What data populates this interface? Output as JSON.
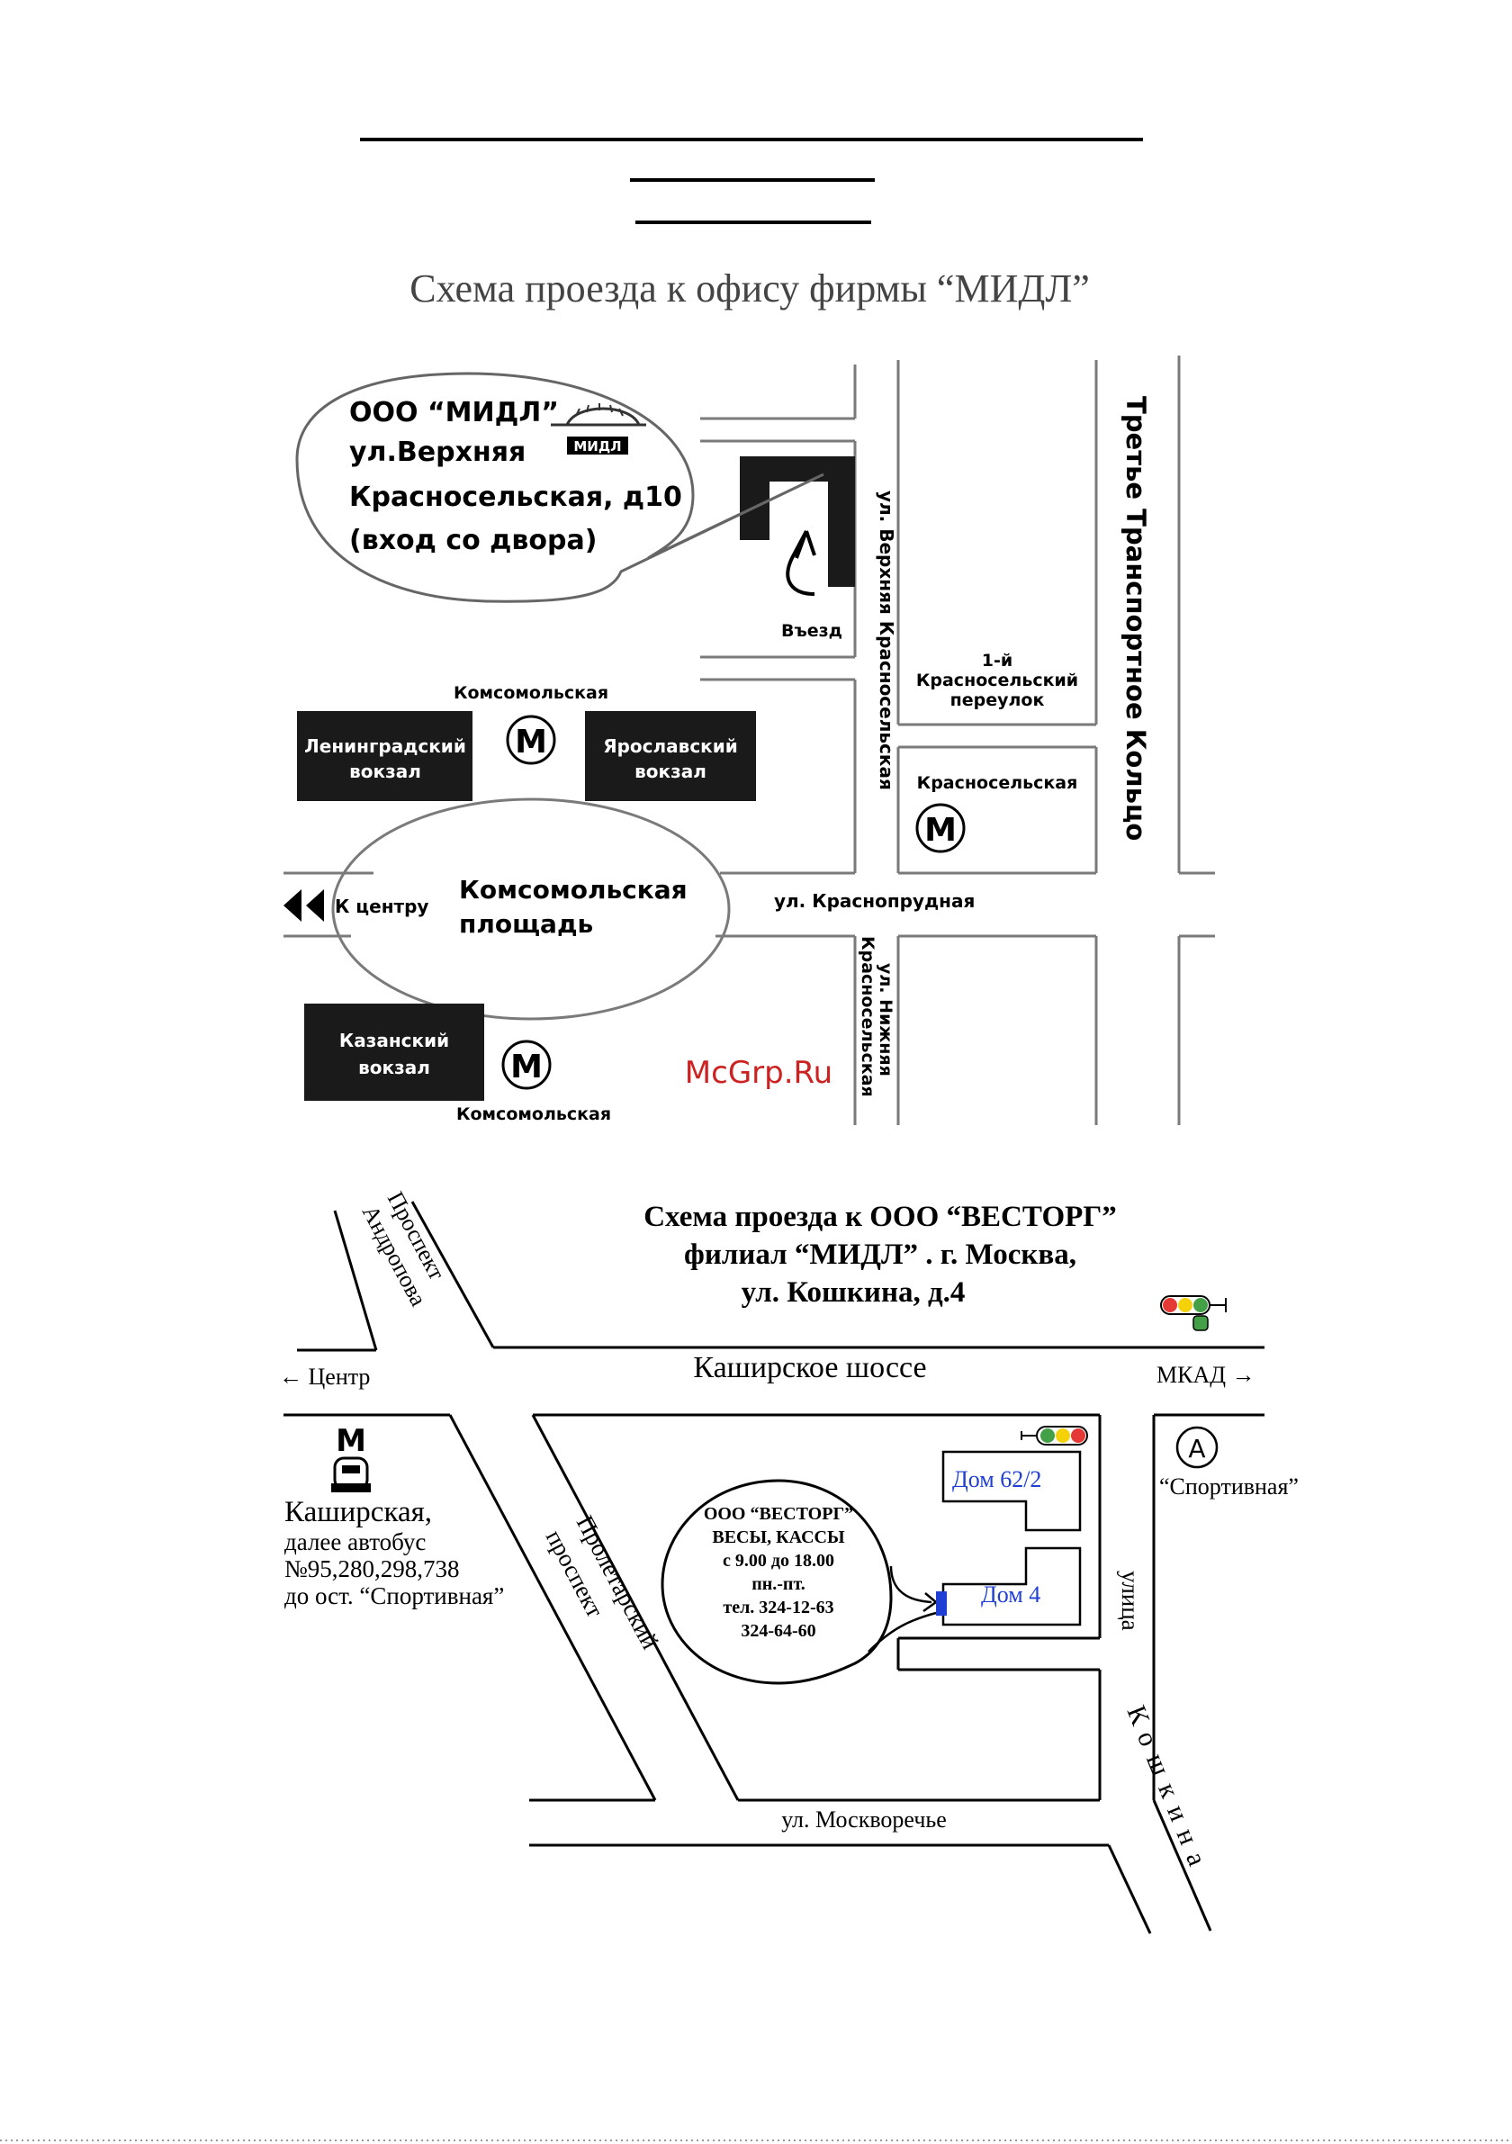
{
  "map1": {
    "title": "Схема проезда к офису фирмы “МИДЛ”",
    "callout": {
      "line1": "ООО “МИДЛ”",
      "line2": "ул.Верхняя",
      "line3": "Красносельская, д10",
      "line4": "(вход со двора)"
    },
    "logo_text": "МИДЛ",
    "entrance_label": "Въезд",
    "streets": {
      "verkhnyaya": "ул. Верхняя Красносельская",
      "ring_road": "Третье Транспортное Кольцо",
      "pereulok_1": "1-й",
      "pereulok_2": "Красносельский",
      "pereulok_3": "переулок",
      "krasnoprudnaya": "ул. Краснопрудная",
      "nizhnyaya_1": "ул. Нижняя",
      "nizhnyaya_2": "Красносельская"
    },
    "metro_symbol": "M",
    "metro_komsomolskaya_top": "Комсомольская",
    "metro_komsomolskaya_bottom": "Комсомольская",
    "metro_krasnoselskaya": "Красносельская",
    "stations": {
      "leningradsky_1": "Ленинградский",
      "leningradsky_2": "вокзал",
      "yaroslavsky_1": "Ярославский",
      "yaroslavsky_2": "вокзал",
      "kazansky_1": "Казанский",
      "kazansky_2": "вокзал"
    },
    "square_1": "Комсомольская",
    "square_2": "площадь",
    "to_center": "К центру",
    "watermark": "McGrp.Ru"
  },
  "map2": {
    "title_1": "Схема проезда к ООО “ВЕСТОРГ”",
    "title_2": "филиал “МИДЛ” .   г. Москва,",
    "title_3": "ул. Кошкина, д.4",
    "andropova_1": "Проспект",
    "andropova_2": "Андропова",
    "center": "← Центр",
    "kashirskoe": "Каширское шоссе",
    "mkad": "МКАД →",
    "metro_symbol": "М",
    "kashirskaya_1": "Каширская,",
    "kashirskaya_2": "далее автобус",
    "kashirskaya_3": "№95,280,298,738",
    "kashirskaya_4": "до ост. “Спортивная”",
    "proletarsky_1": "Пролетарский",
    "proletarsky_2": "проспект",
    "callout": {
      "line1": "ООО “ВЕСТОРГ”",
      "line2": "ВЕСЫ, КАССЫ",
      "line3": "с 9.00 до 18.00",
      "line4": "пн.-пт.",
      "line5": "тел. 324-12-63",
      "line6": "324-64-60"
    },
    "dom_62": "Дом 62/2",
    "dom_4": "Дом 4",
    "bus_symbol": "А",
    "sportivnaya": "“Спортивная”",
    "ulitsa": "улица",
    "koshkina": "Кошкина",
    "moskvorechye": "ул. Москворечье",
    "colors": {
      "traffic_red": "#e53935",
      "traffic_yellow": "#f5d10a",
      "traffic_green": "#43a047",
      "house_label": "#1f3fd4",
      "entrance_marker": "#1f3fd4"
    }
  }
}
